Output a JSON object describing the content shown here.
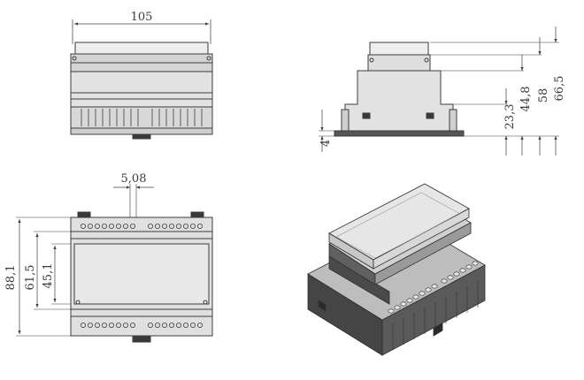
{
  "dimensions": {
    "width_top": "105",
    "h1": "4",
    "h2": "23,3",
    "h3": "44,8",
    "h4": "58",
    "h5": "66,5",
    "pitch": "5,08",
    "d1": "88,1",
    "d2": "61,5",
    "d3": "45,1"
  },
  "colors": {
    "line": "#3c3c3c",
    "body_light": "#d8d8d8",
    "body_mid": "#c2c2c2",
    "body_dark": "#4a4a4a",
    "cover": "#e6e6e6"
  }
}
